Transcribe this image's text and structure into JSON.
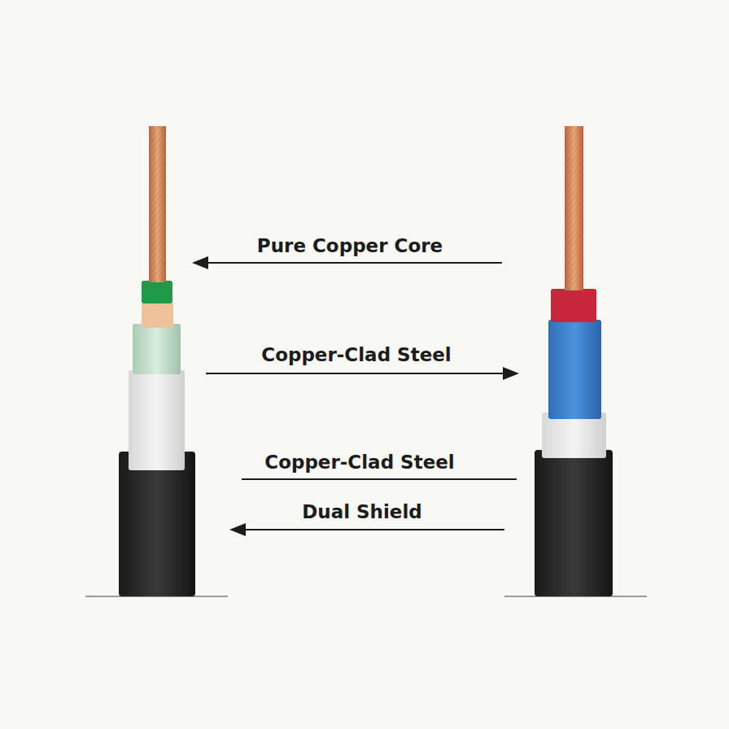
{
  "diagram": {
    "labels": [
      "Pure Copper Core",
      "Copper-Clad Steel",
      "Copper-Clad Steel",
      "Dual Shield"
    ]
  }
}
